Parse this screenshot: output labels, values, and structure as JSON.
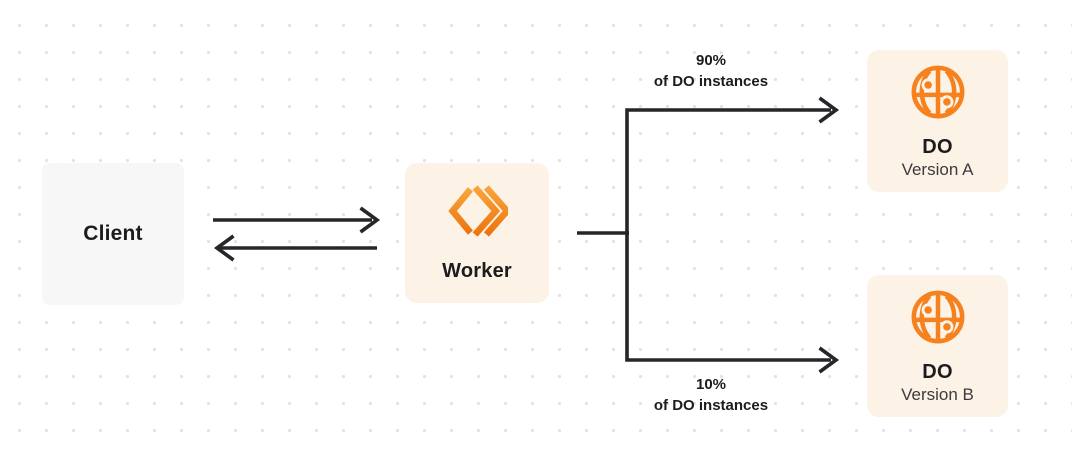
{
  "nodes": {
    "client": {
      "label": "Client"
    },
    "worker": {
      "label": "Worker",
      "icon": "workers-chevron-icon"
    },
    "do_version_a": {
      "title": "DO",
      "subtitle": "Version A",
      "icon": "globe-icon"
    },
    "do_version_b": {
      "title": "DO",
      "subtitle": "Version B",
      "icon": "globe-icon"
    }
  },
  "edges": {
    "split_top": {
      "percent": "90%",
      "caption": "of DO instances"
    },
    "split_bottom": {
      "percent": "10%",
      "caption": "of DO instances"
    }
  },
  "colors": {
    "orange": "#F6821F",
    "orange_grad_top": "#F9A43B",
    "orange_grad_bottom": "#ED7410",
    "box_cream": "#FCF2E5",
    "box_gray": "#F7F7F8",
    "arrow": "#26262A",
    "text_primary": "#1C1C1E",
    "text_secondary": "#3C3C3E",
    "dot_grid": "#E3E3E6",
    "bg": "#FFFFFF"
  }
}
